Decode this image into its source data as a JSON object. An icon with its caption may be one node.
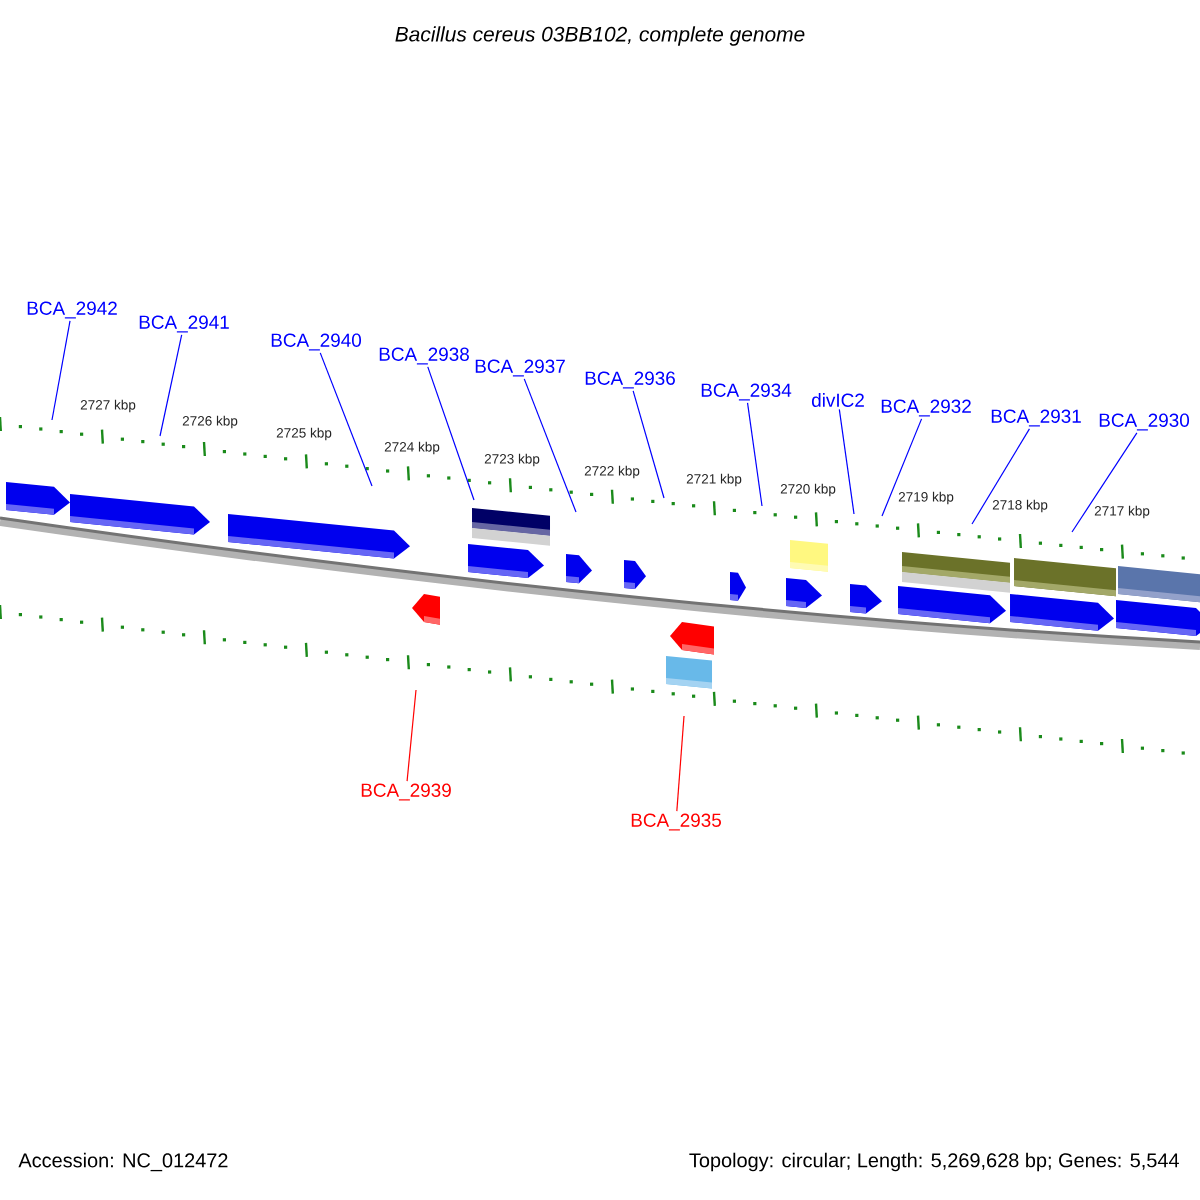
{
  "diagram": {
    "title": "Bacillus cereus 03BB102, complete genome",
    "nodes": [
      {
        "text": [
          "BCA_2942"
        ]
      },
      {
        "text": [
          "BCA_2941"
        ]
      },
      {
        "text": [
          "BCA_2940"
        ]
      },
      {
        "text": [
          "BCA_2938"
        ]
      },
      {
        "text": [
          "BCA_2937"
        ]
      },
      {
        "text": [
          "BCA_2936"
        ]
      },
      {
        "text": [
          "BCA_2934"
        ]
      },
      {
        "text": [
          "divIC2"
        ]
      },
      {
        "text": [
          "BCA_2932"
        ]
      },
      {
        "text": [
          "BCA_2931"
        ]
      },
      {
        "text": [
          "BCA_2930"
        ]
      },
      {
        "text": [
          "BCA_2939"
        ]
      },
      {
        "text": [
          "BCA_2935"
        ]
      }
    ],
    "edges": [
      {
        "from": 0,
        "to": null,
        "arrow": "none"
      },
      {
        "from": 1,
        "to": null,
        "arrow": "none"
      },
      {
        "from": 2,
        "to": null,
        "arrow": "none"
      },
      {
        "from": 3,
        "to": null,
        "arrow": "none"
      },
      {
        "from": 4,
        "to": null,
        "arrow": "none"
      },
      {
        "from": 5,
        "to": null,
        "arrow": "none"
      },
      {
        "from": 6,
        "to": null,
        "arrow": "none"
      },
      {
        "from": 7,
        "to": null,
        "arrow": "none"
      },
      {
        "from": 8,
        "to": null,
        "arrow": "none"
      },
      {
        "from": 9,
        "to": null,
        "arrow": "none"
      },
      {
        "from": 10,
        "to": null,
        "arrow": "none"
      },
      {
        "from": 11,
        "to": null,
        "arrow": "none",
        "color": "#ff0000"
      },
      {
        "from": 12,
        "to": null,
        "arrow": "none",
        "color": "#ff0000"
      }
    ],
    "labels": [
      "2727 kbp",
      "2726 kbp",
      "2725 kbp",
      "2724 kbp",
      "2723 kbp",
      "2722 kbp",
      "2721 kbp",
      "2720 kbp",
      "2719 kbp",
      "2718 kbp",
      "2717 kbp",
      "Accession: NC_012472",
      "Topology: circular; Length: 5,269,628 bp; Genes: 5,544"
    ]
  }
}
